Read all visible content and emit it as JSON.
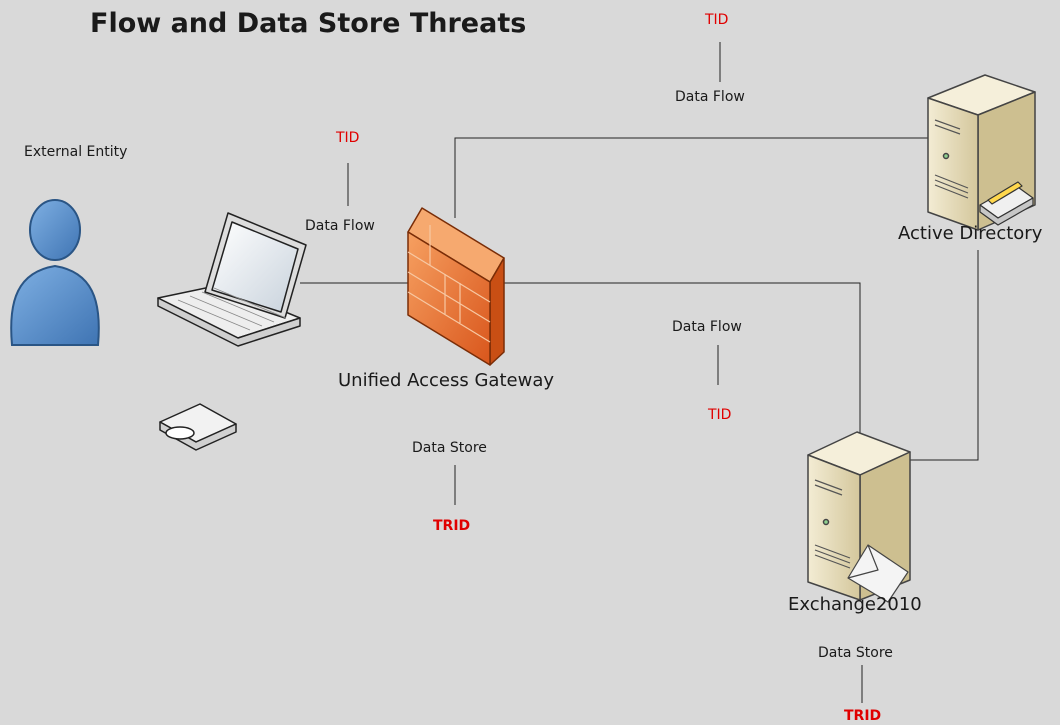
{
  "title": "Flow and Data Store Threats",
  "labels": {
    "external_entity": "External Entity",
    "gateway": "Unified Access Gateway",
    "active_directory": "Active Directory",
    "exchange": "Exchange2010"
  },
  "annotations": {
    "flow_top": {
      "label": "Data Flow",
      "threats": "TID"
    },
    "flow_laptop": {
      "label": "Data Flow",
      "threats": "TID"
    },
    "flow_exchange": {
      "label": "Data Flow",
      "threats": "TID"
    },
    "store_gateway": {
      "label": "Data Store",
      "threats": "TRID"
    },
    "store_exchange": {
      "label": "Data Store",
      "threats": "TRID"
    }
  },
  "colors": {
    "background": "#d9d9d9",
    "threat": "#e00000",
    "user": "#4f86c6",
    "firewall": "#ea7a3b",
    "server": "#e8dfc0"
  },
  "icons": [
    "user-icon",
    "laptop-icon",
    "disk-icon",
    "firewall-icon",
    "server-icon",
    "mail-icon"
  ]
}
